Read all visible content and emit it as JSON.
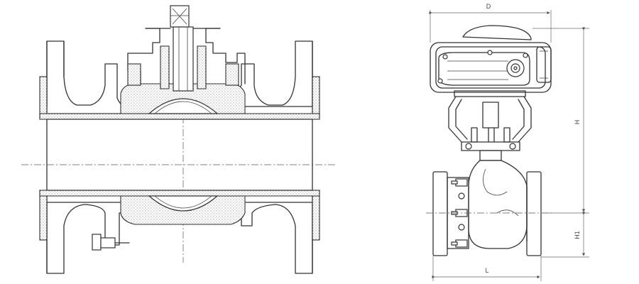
{
  "dimensions": {
    "d_label": "D",
    "h_label": "H",
    "h1_label": "H1",
    "l_label": "L"
  }
}
